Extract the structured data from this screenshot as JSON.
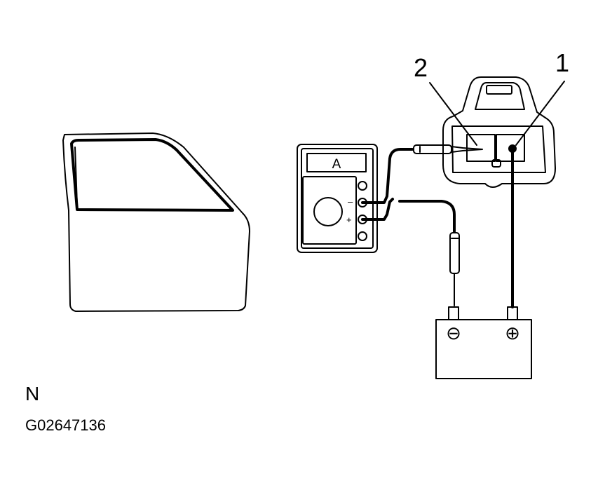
{
  "meter": {
    "unit_label": "A",
    "minus_label": "–",
    "plus_label": "+"
  },
  "connector": {
    "terminal_1": "1",
    "terminal_2": "2"
  },
  "battery": {
    "negative_symbol": "⊖",
    "positive_symbol": "⊕"
  },
  "figure": {
    "letter": "N",
    "code": "G02647136"
  }
}
